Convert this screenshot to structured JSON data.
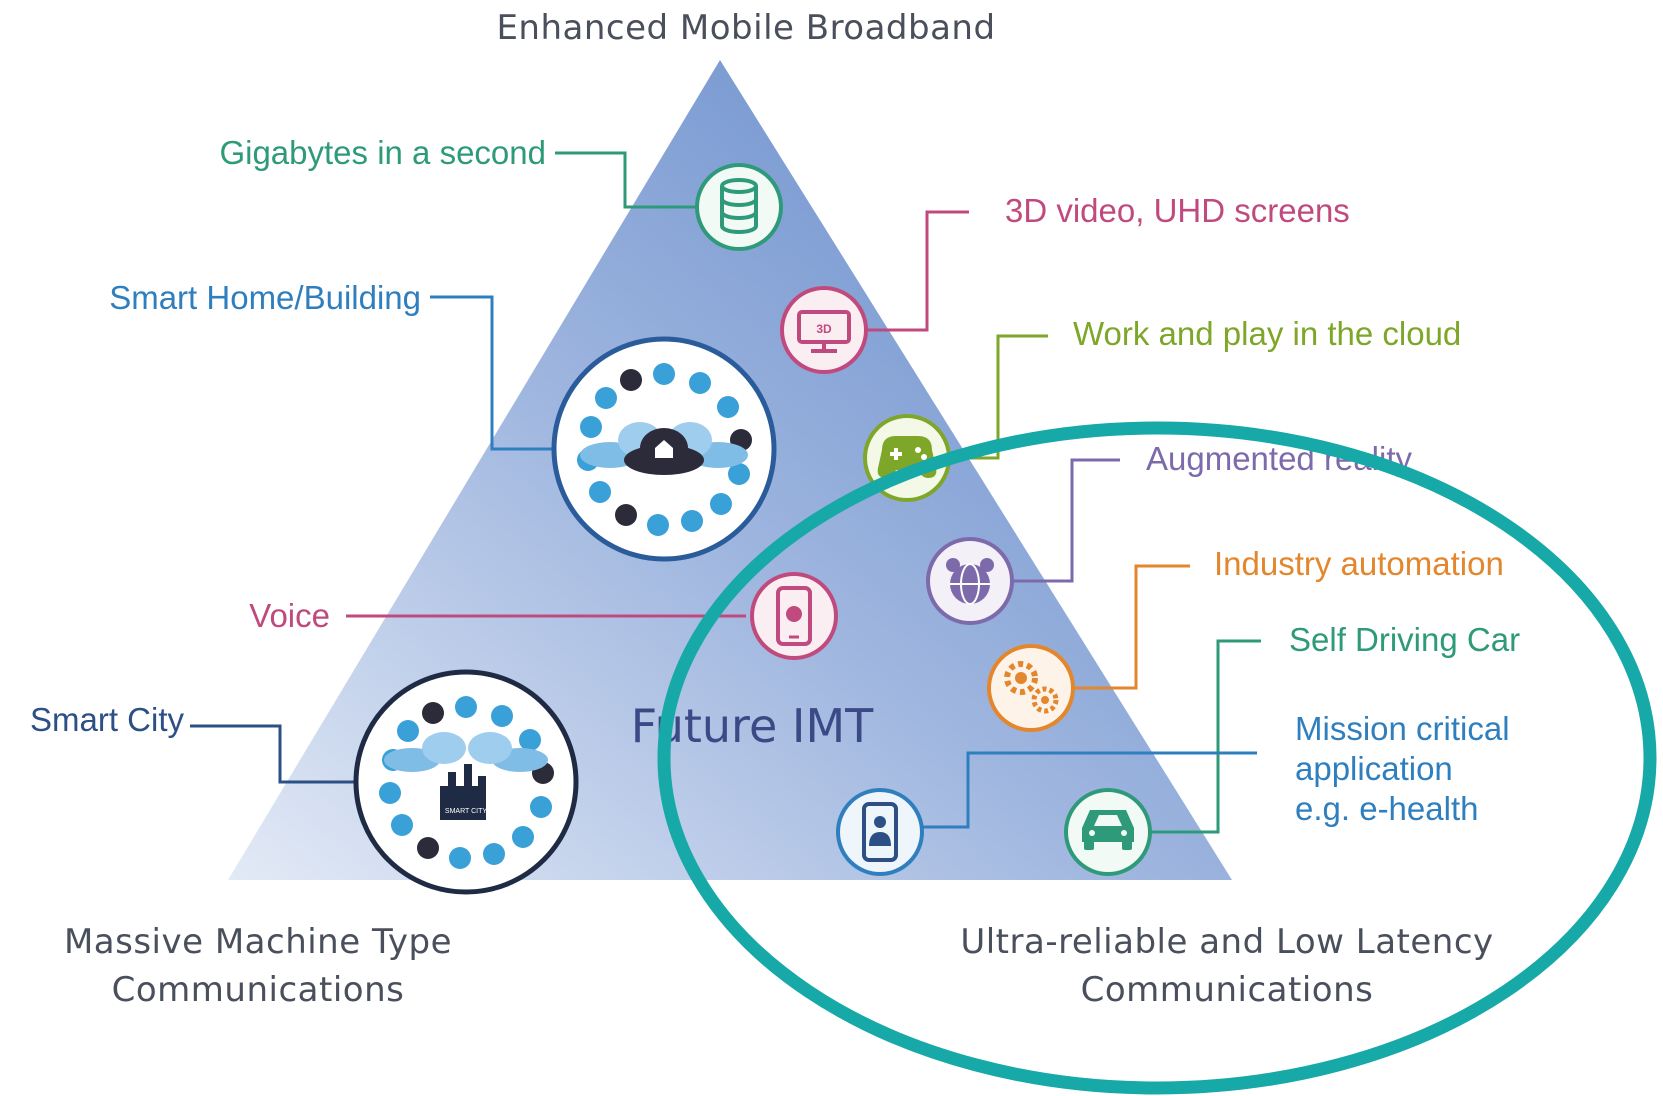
{
  "apex_label": "Enhanced Mobile Broadband",
  "left_label": [
    "Massive Machine Type",
    "Communications"
  ],
  "right_label": [
    "Ultra-reliable and Low Latency",
    "Communications"
  ],
  "center_label": "Future IMT",
  "use_cases": {
    "gigabytes": "Gigabytes in a second",
    "video3d": "3D video, UHD screens",
    "smart_home": "Smart Home/Building",
    "cloud": "Work and play in the cloud",
    "ar": "Augmented reality",
    "industry": "Industry automation",
    "voice": "Voice",
    "self_driving": "Self Driving Car",
    "smart_city": "Smart City",
    "mission": [
      "Mission critical",
      "application",
      "e.g. e-health"
    ]
  },
  "badge_text": {
    "tv": "3D",
    "city": "SMART CITY"
  },
  "colors": {
    "teal": "#2e9a7a",
    "magenta": "#c04a7e",
    "blue": "#2f7fbf",
    "green": "#7ea629",
    "purple": "#7d6aab",
    "orange": "#e3862c",
    "navy": "#2c4f86",
    "highlight": "#17a8a8"
  }
}
